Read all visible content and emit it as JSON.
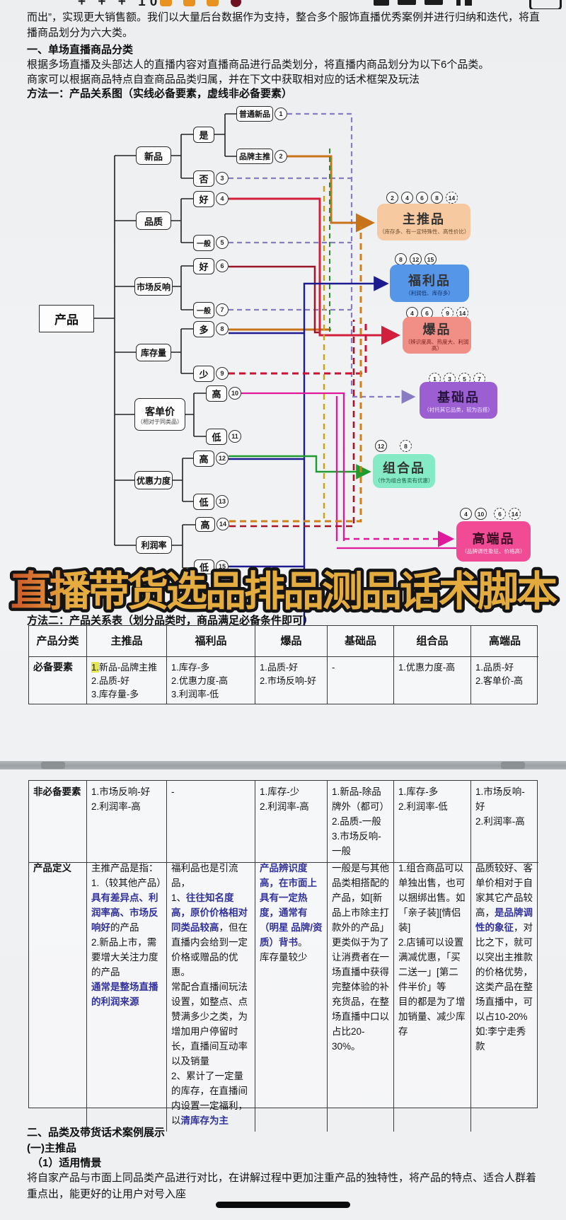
{
  "status": {
    "left_text": "+ + + 10"
  },
  "page": {
    "intro": "而出”，实现更大销售额。我们以大量后台数据作为支持，整合多个服饰直播优秀案例并进行归纳和迭代，将直播商品划分为六大类。",
    "h1": "一、单场直播商品分类",
    "p2": "根据多场直播及头部达人的直播内容对直播商品进行品类划分，将直播内商品划分为以下6个品类。",
    "p3": "商家可以根据商品特点自查商品品类归属，并在下文中获取相对应的话术框架及玩法",
    "h2": "方法一：产品关系图（实线必备要素，虚线非必备要素）"
  },
  "flowchart": {
    "root": "产品",
    "factors": [
      {
        "label": "新品"
      },
      {
        "label": "品质"
      },
      {
        "label": "市场反响"
      },
      {
        "label": "库存量"
      },
      {
        "label": "客单价",
        "sub": "（相对于同类品）"
      },
      {
        "label": "优惠力度"
      },
      {
        "label": "利润率"
      }
    ],
    "values": [
      {
        "label": "是",
        "num": null
      },
      {
        "label": "否",
        "num": 3
      },
      {
        "label": "好",
        "num": 4
      },
      {
        "label": "一般",
        "num": 5
      },
      {
        "label": "好",
        "num": 6
      },
      {
        "label": "一般",
        "num": 7
      },
      {
        "label": "多",
        "num": 8
      },
      {
        "label": "少",
        "num": 9
      },
      {
        "label": "高",
        "num": 10
      },
      {
        "label": "低",
        "num": 11
      },
      {
        "label": "高",
        "num": 12
      },
      {
        "label": "低",
        "num": 13
      },
      {
        "label": "高",
        "num": 14
      },
      {
        "label": "低",
        "num": 15
      }
    ],
    "leaves": [
      {
        "label": "普通新品",
        "num": 1
      },
      {
        "label": "品牌主推",
        "num": 2
      }
    ],
    "categories": [
      {
        "name": "主推品",
        "subtitle": "（库存多、有一定特殊性、高性价比）",
        "color": "#f6c9a1",
        "solid": [
          2,
          4,
          6,
          8
        ],
        "dotted": [
          14
        ]
      },
      {
        "name": "福利品",
        "subtitle": "（利润低、库存多）",
        "color": "#5696e8",
        "solid": [
          8,
          12,
          15
        ],
        "dotted": []
      },
      {
        "name": "爆品",
        "subtitle": "（辨识度高、热度大、利润高）",
        "color": "#f18e86",
        "solid": [
          4,
          6
        ],
        "dotted": [
          9,
          14
        ]
      },
      {
        "name": "基础品",
        "subtitle": "（衬托其它品类，较为百搭）",
        "color": "#9b5fd2",
        "solid": [],
        "dotted": [
          1,
          3,
          5,
          7
        ]
      },
      {
        "name": "组合品",
        "subtitle": "（作为组合售卖有优惠）",
        "color": "#85ebc6",
        "solid": [
          12
        ],
        "dotted": [
          8
        ]
      },
      {
        "name": "高端品",
        "subtitle": "（品牌调性象征、价格高）",
        "color": "#f24b96",
        "solid": [
          4,
          10
        ],
        "dotted": [
          6,
          14
        ]
      }
    ],
    "line_colors": {
      "main_push": "#c8731a",
      "welfare": "#1c1c90",
      "hot": "#d2203c",
      "basic": "#8a7cc4",
      "combo": "#1f9c30",
      "premium": "#e0189a"
    }
  },
  "banner": {
    "title": "直播带货选品排品测品话术脚本",
    "fill_gold": "#e3ab3e",
    "fill_red": "#c85426",
    "outline": "#141414"
  },
  "table1": {
    "caption": "方法二：产品关系表（划分品类时，商品满足必备条件即可）",
    "headers": [
      "产品分类",
      "主推品",
      "福利品",
      "爆品",
      "基础品",
      "组合品",
      "高端品"
    ],
    "row_label": "必备要素",
    "cells": [
      [
        {
          "t": "1.",
          "c": "hl"
        },
        {
          "t": "新品-品牌主推\n2.品质-好\n3.库存量-多"
        }
      ],
      [
        {
          "t": "1.库存-多\n2.优惠力度-高\n3.利润率-低"
        }
      ],
      [
        {
          "t": "1.品质-好\n2.市场反响-好"
        }
      ],
      [
        {
          "t": "-"
        }
      ],
      [
        {
          "t": "1.优惠力度-高"
        }
      ],
      [
        {
          "t": "1.品质-好\n2.客单价-高"
        }
      ]
    ]
  },
  "table2": {
    "rows": [
      {
        "label": "非必备要素",
        "cells": [
          [
            {
              "t": "1.市场反响-好\n2.利润率-高"
            }
          ],
          [
            {
              "t": "-"
            }
          ],
          [
            {
              "t": "1.库存-少\n2.利润率-高"
            }
          ],
          [
            {
              "t": "1.新品-除品牌外（都可）\n2.品质-一般\n3.市场反响-一般"
            }
          ],
          [
            {
              "t": "1.库存-多\n2.利润率-低"
            }
          ],
          [
            {
              "t": "1.市场反响-好\n2.利润率-高"
            }
          ]
        ]
      },
      {
        "label": "产品定义",
        "cells": [
          [
            {
              "t": "主推产品是指：\n1.（较其他产品）"
            },
            {
              "t": "具有差异点、利润率高、市场反响好",
              "c": "b"
            },
            {
              "t": "的产品\n2.新品上市，需要增大关注力度的产品\n"
            },
            {
              "t": "通常是整场直播的利润来源",
              "c": "b"
            }
          ],
          [
            {
              "t": "福利品也是引流品，\n1、"
            },
            {
              "t": "往往知名度高，原价价格相对同类品较高",
              "c": "b"
            },
            {
              "t": "，但在直播内会给到一定价格或赠品的优惠。\n常配合直播间玩法设置，如整点、点赞满多少之类，为增加用户停留时长，直播间互动率以及销量\n2、累计了一定量的库存，在直播间内设置一定福利，以"
            },
            {
              "t": "清库存为主",
              "c": "b"
            }
          ],
          [
            {
              "t": "产品辨识度高，在市面上具有一定热度，通常有（明星 品牌/资质）背书",
              "c": "b"
            },
            {
              "t": "。\n库存量较少"
            }
          ],
          [
            {
              "t": "一般是与其他品类相搭配的产品，如[新品上市除主打款外的产品」\n更类似于为了让消费者在一场直播中获得完整体验的补充货品，在整场直播中口以占比20-30%。"
            }
          ],
          [
            {
              "t": "1.组合商品可以单独出售，也可以捆绑出售。如「亲子装][情侣装]\n2.店铺可以设置满减优惠，「买二送一」[第二件半价」等\n目的都是为了增加销量、减少库存"
            }
          ],
          [
            {
              "t": "品质较好、客单价相对于自家其它产品较高，"
            },
            {
              "t": "是品牌调性的象征",
              "c": "b"
            },
            {
              "t": "，对比之下，就可以突出主推款的价格优势，这类产品在整场直播中，可以占10-20%\n如:李宁走秀款"
            }
          ]
        ]
      }
    ]
  },
  "footer": {
    "h3": "二、品类及带货话术案例展示",
    "h4": "(一)主推品",
    "h5": "（1）适用情景",
    "para": "将自家产品与市面上同品类产品进行对比，在讲解过程中更加注重产品的独特性，将产品的特点、适合人群着重点出，能更好的让用户对号入座"
  }
}
